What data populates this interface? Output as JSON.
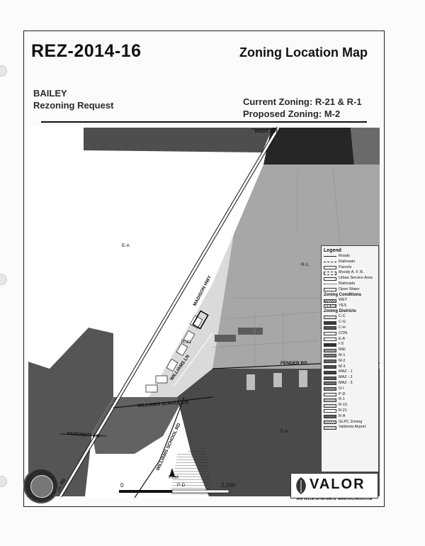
{
  "header": {
    "case_number": "REZ-2014-16",
    "map_title": "Zoning Location Map",
    "applicant": "BAILEY",
    "request": "Rezoning Request",
    "current_zoning": "Current Zoning: R-21 & R-1",
    "proposed_zoning": "Proposed Zoning: M-2"
  },
  "map": {
    "roads": {
      "root_cir": "ROOT CIR",
      "madison_hwy": "MADISON HWY",
      "fender_rd": "FENDER RD",
      "williams_ln": "WILLIAMS LN",
      "williams_school_ln": "WILLIAMS SCHOOL LN",
      "hargrett_ln": "HARGRETT LN",
      "williams_school_rd": "WILLIAMS SCHOOL RD",
      "gil_rd": "GIL RD"
    },
    "zones": {
      "e_a_west": "E-A",
      "r_1": "R-1",
      "r_21": "R-21",
      "e_a_south": "E-A",
      "p_d": "P-D"
    },
    "scale": {
      "start": "0",
      "unit": "Feet",
      "end": "2,000"
    }
  },
  "legend": {
    "title": "Legend",
    "features": [
      {
        "label": "Roads"
      },
      {
        "label": "Railroads"
      },
      {
        "label": "Parcels"
      },
      {
        "label": "Moody A. F. B."
      },
      {
        "label": "Urban Service Area"
      },
      {
        "label": "Railroads"
      },
      {
        "label": "Open Water"
      }
    ],
    "conditions_title": "Zoning Conditions",
    "conditions": [
      {
        "label": "WET"
      },
      {
        "label": "YES"
      }
    ],
    "districts_title": "Zoning Districts",
    "districts": [
      {
        "label": "C-C",
        "color": "#e2e2e2"
      },
      {
        "label": "C-G",
        "color": "#3a3a3a"
      },
      {
        "label": "C-H",
        "color": "#555555"
      },
      {
        "label": "CON",
        "color": "#f5f5f5"
      },
      {
        "label": "E-A",
        "color": "#ffffff"
      },
      {
        "label": "I-S",
        "color": "#2e2e2e"
      },
      {
        "label": "M&I",
        "color": "#9a9a9a"
      },
      {
        "label": "M-1",
        "color": "#7a7a7a"
      },
      {
        "label": "M-2",
        "color": "#656565"
      },
      {
        "label": "M-3",
        "color": "#4a4a4a"
      },
      {
        "label": "MAZ - 1",
        "color": "#3f3f3f"
      },
      {
        "label": "MAZ - 2",
        "color": "#5a5a5a"
      },
      {
        "label": "MAZ - 3",
        "color": "#6e6e6e"
      },
      {
        "label": "O-I",
        "color": "#8a8a8a"
      },
      {
        "label": "P-D",
        "color": "#f0f0f0"
      },
      {
        "label": "R-1",
        "color": "#b9b9b9"
      },
      {
        "label": "R-10",
        "color": "#d8d8d8"
      },
      {
        "label": "R-21",
        "color": "#ffffff"
      },
      {
        "label": "R-A",
        "color": "#5f5f5f"
      },
      {
        "label": "GLPC Zoning",
        "color": "#ffffff"
      },
      {
        "label": "Valdosta Airport",
        "color": "#d0d0d0"
      }
    ]
  },
  "branding": {
    "logo_word": "VALOR",
    "web_line": "Visit VALOR on the web at: WWW.VALORGIS.COM"
  }
}
